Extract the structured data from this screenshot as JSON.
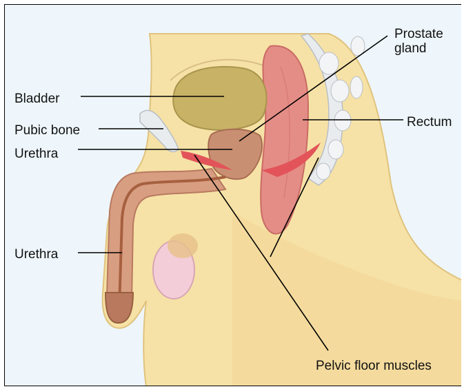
{
  "labels": {
    "prostate_line1": "Prostate",
    "prostate_line2": "gland",
    "bladder": "Bladder",
    "pubic_bone": "Pubic bone",
    "urethra_upper": "Urethra",
    "rectum": "Rectum",
    "urethra_lower": "Urethra",
    "pelvic_floor": "Pelvic floor muscles"
  },
  "colors": {
    "background": "#eef6fb",
    "body": "#f6e2a6",
    "body_outline": "#e0c27e",
    "bladder": "#c8b266",
    "prostate": "#c98f72",
    "rectum": "#e48d86",
    "spine": "#e9ecef",
    "muscle": "#e2545a",
    "penis": "#b8795f",
    "testis": "#f3cdd8",
    "leader_line": "#000000"
  }
}
